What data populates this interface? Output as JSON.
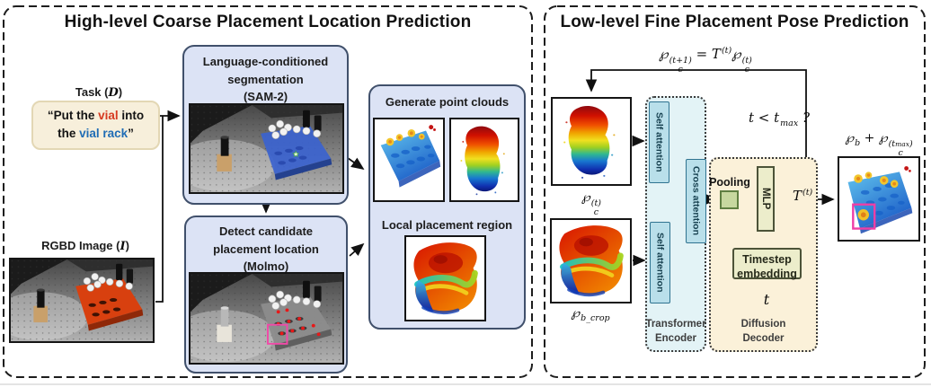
{
  "colors": {
    "panel_box_fill": "#dce3f5",
    "panel_box_border": "#40506b",
    "task_bubble_fill": "#f7efdb",
    "vial_red": "#d63a20",
    "vial_rack_blue": "#1f6cb5",
    "encoder_fill": "#e3f3f6",
    "attention_fill": "#b9dfea",
    "decoder_fill": "#fbf1d9",
    "pooling_green": "#c7d89f",
    "mlp_olive": "#ecedcb",
    "highlight_magenta": "#ee3ea6"
  },
  "left": {
    "title": "High-level Coarse Placement Location Prediction",
    "task_label": {
      "pre": "Task (",
      "var": "D",
      "post": ")"
    },
    "task_bubble": {
      "open": "“Put the ",
      "vial": "vial",
      "mid": " into",
      "line2_pre": "the ",
      "rack": "vial rack",
      "close": "”"
    },
    "sam": {
      "line1": "Language-conditioned",
      "line2": "segmentation",
      "line3": "(SAM-2)"
    },
    "molmo": {
      "line1": "Detect candidate",
      "line2": "placement location",
      "line3": "(Molmo)"
    },
    "rgbd_label": {
      "pre": "RGBD Image (",
      "var": "I",
      "post": ")"
    },
    "gpc": {
      "title": "Generate point clouds",
      "local": "Local placement region"
    }
  },
  "right": {
    "title": "Low-level Fine Placement Pose Prediction",
    "formula": {
      "p1": "℘",
      "p1_sup": "(t+1)",
      "p1_sub": "c",
      "eq": " = ",
      "T": "T",
      "T_sup": "(t)",
      "p2": "℘",
      "p2_sup": "(t)",
      "p2_sub": "c"
    },
    "cond": {
      "t1": "t",
      "lt": " < ",
      "t2": "t",
      "sub": "max",
      "q": " ?"
    },
    "pc_c": {
      "p": "℘",
      "sup": "(t)",
      "sub": "c"
    },
    "pc_b": {
      "p": "℘",
      "sub": "b_crop"
    },
    "encoder": {
      "self1": "Self attention",
      "self2": "Self attention",
      "cross": "Cross attention",
      "l1": "Transformer",
      "l2": "Encoder"
    },
    "decoder": {
      "pooling": "Pooling",
      "mlp": "MLP",
      "ts1": "Timestep",
      "ts2": "embedding",
      "t": "t",
      "l1": "Diffusion",
      "l2": "Decoder"
    },
    "t_out": {
      "T": "T",
      "sup": "(t)"
    },
    "out": {
      "p1": "℘",
      "p1_sub": "b",
      "plus": " + ",
      "p2": "℘",
      "p2_sub": "c",
      "sup_pre": "(t",
      "sup_sub": "max",
      "sup_post": ")"
    }
  }
}
